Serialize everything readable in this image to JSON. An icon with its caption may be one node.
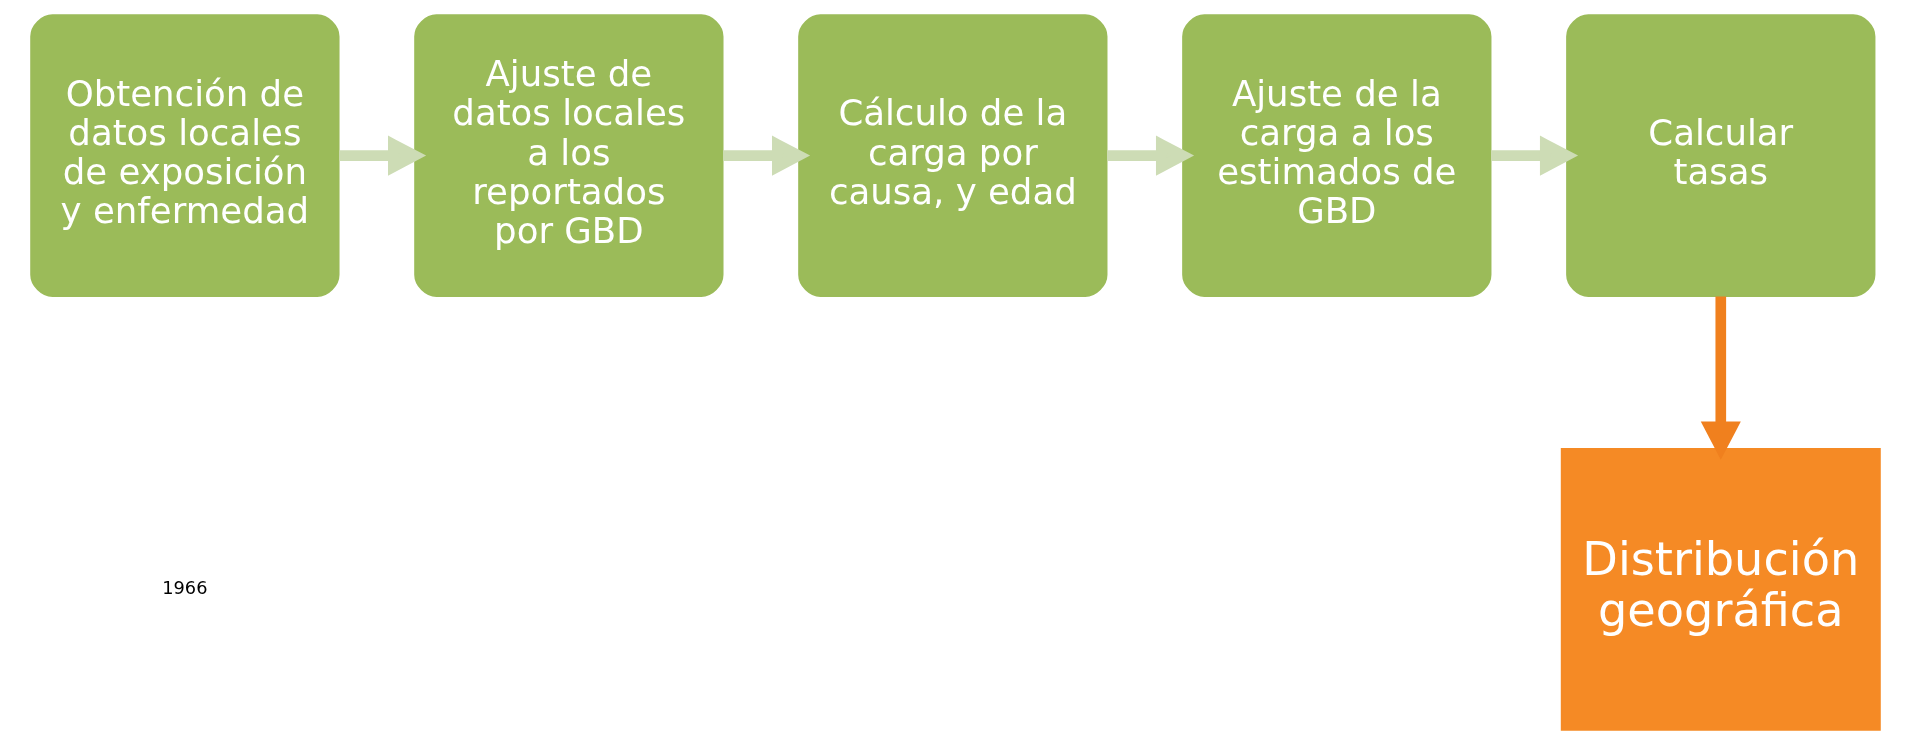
{
  "diagram": {
    "nodes": [
      {
        "text": [
          "Obtención de datos locales de exposición y enfermedad"
        ]
      },
      {
        "text": [
          "Ajuste de datos locales a los reportados por GBD"
        ]
      },
      {
        "text": [
          "Cálculo de la carga por causa, y edad"
        ]
      },
      {
        "text": [
          "Ajuste de la carga a los estimados de GBD"
        ]
      },
      {
        "text": [
          "Calcular tasas"
        ]
      },
      {
        "text": [
          "Distribución geográfica"
        ]
      }
    ],
    "edges": [
      {
        "from": 0,
        "to": 1,
        "arrow": "to"
      },
      {
        "from": 1,
        "to": 2,
        "arrow": "to"
      },
      {
        "from": 2,
        "to": 3,
        "arrow": "to"
      },
      {
        "from": 3,
        "to": 4,
        "arrow": "to"
      },
      {
        "from": 4,
        "to": 5,
        "arrow": "to",
        "color": "#f0801e"
      }
    ],
    "labels": [
      "1966"
    ]
  }
}
